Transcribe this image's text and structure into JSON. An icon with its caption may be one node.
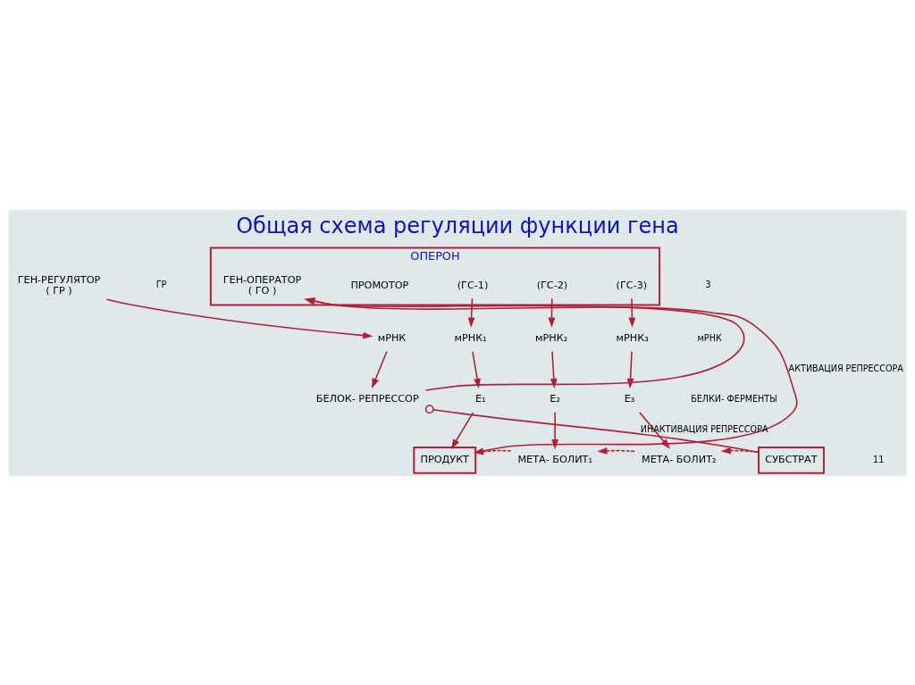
{
  "diagram": {
    "title": "Общая схема регуляции функции гена",
    "nodes": [
      {
        "text": [
          "ГЕН-РЕГУЛЯТОР",
          "( ГР )"
        ]
      },
      {
        "text": [
          "ОПЕРОН"
        ]
      },
      {
        "text": [
          "ГЕН-ОПЕРАТОР",
          "( ГО )"
        ],
        "in": 1
      },
      {
        "text": [
          "ПРОМОТОР"
        ],
        "in": 1
      },
      {
        "text": [
          "(ГС-1)"
        ],
        "in": 1
      },
      {
        "text": [
          "(ГС-2)"
        ],
        "in": 1
      },
      {
        "text": [
          "(ГС-3)"
        ],
        "in": 1
      },
      {
        "text": [
          "мРНК"
        ]
      },
      {
        "text": [
          "БЕЛОК- РЕПРЕССОР"
        ]
      },
      {
        "text": [
          "мРНК₁"
        ]
      },
      {
        "text": [
          "мРНК₂"
        ]
      },
      {
        "text": [
          "мРНК₃"
        ]
      },
      {
        "text": [
          "Е₁"
        ]
      },
      {
        "text": [
          "Е₂"
        ]
      },
      {
        "text": [
          "Е₃"
        ]
      },
      {
        "text": [
          "ПРОДУКТ"
        ]
      },
      {
        "text": [
          "МЕТА- БОЛИТ₁"
        ]
      },
      {
        "text": [
          "МЕТА- БОЛИТ₂"
        ]
      },
      {
        "text": [
          "СУБСТРАТ"
        ]
      }
    ],
    "edges": [
      {
        "from": 0,
        "to": 7,
        "arrow": "to"
      },
      {
        "from": 7,
        "to": 8,
        "arrow": "to"
      },
      {
        "from": 8,
        "to": 2,
        "arrow": "to"
      },
      {
        "from": 4,
        "to": 9,
        "arrow": "to"
      },
      {
        "from": 5,
        "to": 10,
        "arrow": "to"
      },
      {
        "from": 6,
        "to": 11,
        "arrow": "to"
      },
      {
        "from": 9,
        "to": 12,
        "arrow": "to"
      },
      {
        "from": 10,
        "to": 13,
        "arrow": "to"
      },
      {
        "from": 11,
        "to": 14,
        "arrow": "to"
      },
      {
        "from": 12,
        "to": 15,
        "arrow": "to"
      },
      {
        "from": 13,
        "to": 16,
        "arrow": "to"
      },
      {
        "from": 14,
        "to": 17,
        "arrow": "to"
      },
      {
        "from": 18,
        "to": 17,
        "arrow": "to",
        "style": "dashed"
      },
      {
        "from": 17,
        "to": 16,
        "arrow": "to",
        "style": "dashed"
      },
      {
        "from": 16,
        "to": 15,
        "arrow": "to",
        "style": "dashed"
      },
      {
        "from": 15,
        "to": 2,
        "arrow": "to",
        "label": "АКТИВАЦИЯ РЕПРЕССОРА"
      },
      {
        "from": 18,
        "to": 8,
        "arrow": "other",
        "label": "ИНАКТИВАЦИЯ РЕПРЕССОРА"
      }
    ],
    "labels": [
      "ГР",
      "3",
      "мРНК",
      "БЕЛКИ- ФЕРМЕНТЫ",
      "11"
    ]
  }
}
